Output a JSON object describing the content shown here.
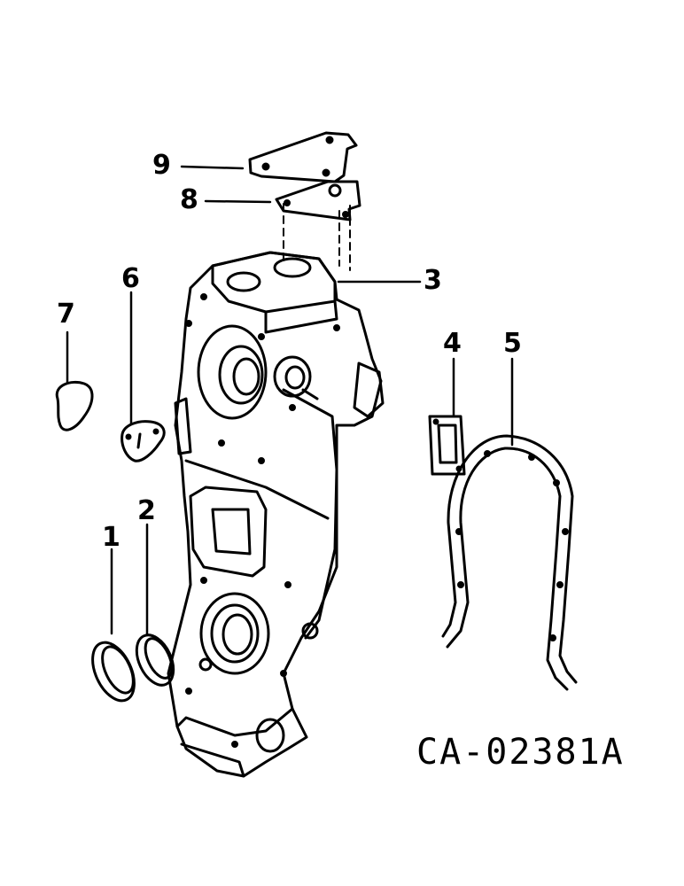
{
  "figure": {
    "code": "CA-02381A",
    "callouts": [
      "1",
      "2",
      "3",
      "4",
      "5",
      "6",
      "7",
      "8",
      "9"
    ]
  }
}
